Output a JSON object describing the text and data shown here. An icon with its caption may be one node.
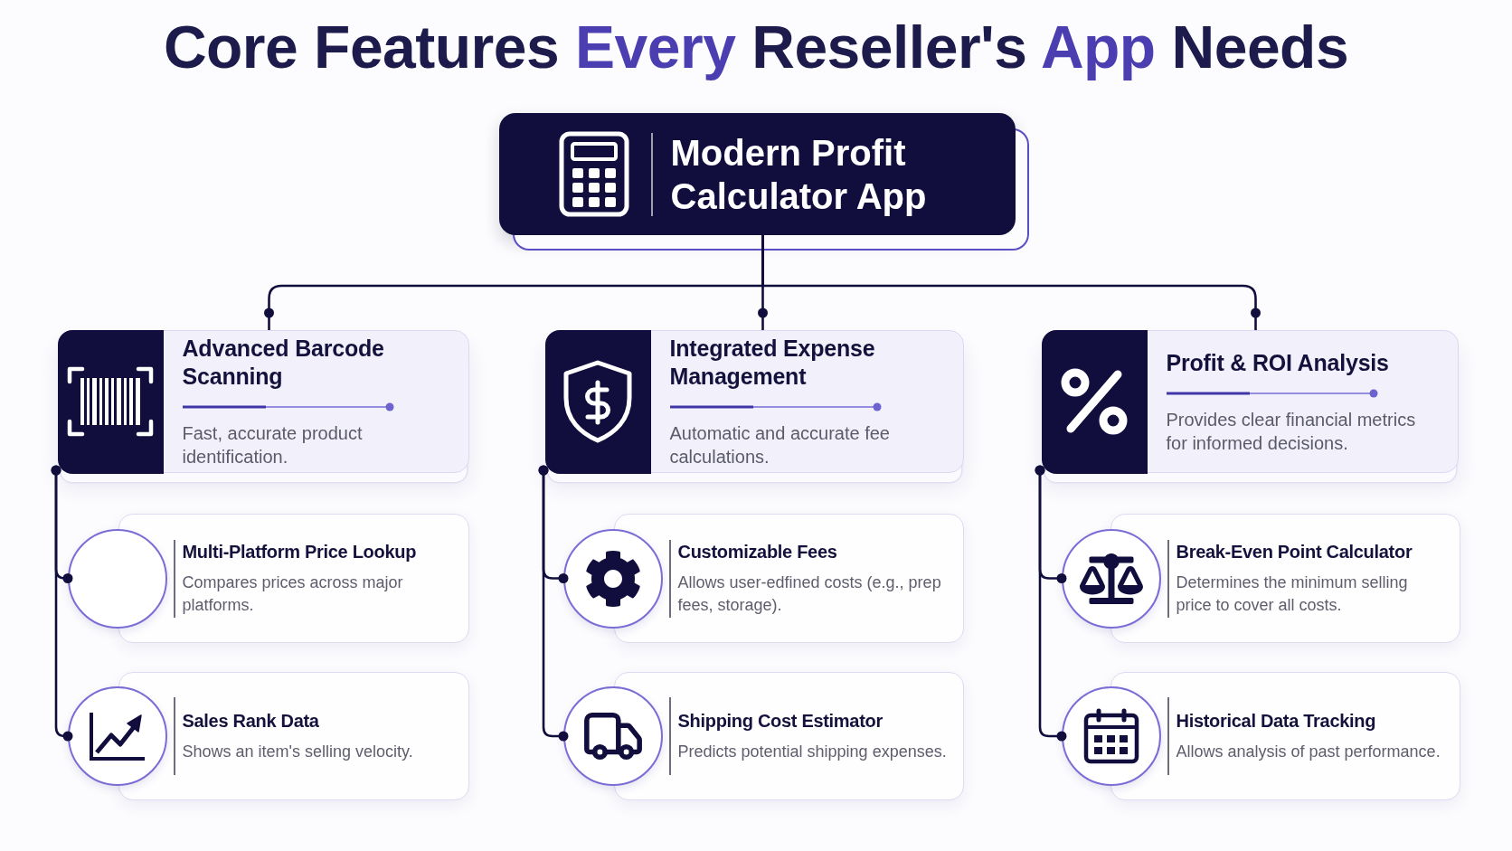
{
  "diagram": {
    "title": "Core Features **Every** Reseller's **App** Needs",
    "nodes": [
      {
        "text": [
          "Modern Profit Calculator App"
        ]
      },
      {
        "text": [
          "Advanced Barcode Scanning",
          "Fast, accurate product identification."
        ]
      },
      {
        "text": [
          "Integrated Expense Management",
          "Automatic and accurate fee calculations."
        ]
      },
      {
        "text": [
          "Profit & ROI Analysis",
          "Provides clear financial metrics for informed decisions."
        ]
      },
      {
        "text": [
          "Multi-Platform Price Lookup",
          "Compares prices across major platforms."
        ]
      },
      {
        "text": [
          "Sales Rank Data",
          "Shows an item's selling velocity."
        ]
      },
      {
        "text": [
          "Customizable Fees",
          "Allows user-edfined costs (e.g., prep fees, storage)."
        ]
      },
      {
        "text": [
          "Shipping Cost Estimator",
          "Predicts potential shipping expenses."
        ]
      },
      {
        "text": [
          "Break-Even Point Calculator",
          "Determines the minimum selling price to cover all costs."
        ]
      },
      {
        "text": [
          "Historical Data Tracking",
          "Allows analysis of past performance."
        ]
      }
    ],
    "edges": [
      {
        "from": 0,
        "to": 1,
        "arrow": "other"
      },
      {
        "from": 0,
        "to": 2,
        "arrow": "other"
      },
      {
        "from": 0,
        "to": 3,
        "arrow": "other"
      },
      {
        "from": 1,
        "to": 4,
        "arrow": "other"
      },
      {
        "from": 1,
        "to": 5,
        "arrow": "other"
      },
      {
        "from": 2,
        "to": 6,
        "arrow": "other"
      },
      {
        "from": 2,
        "to": 7,
        "arrow": "other"
      },
      {
        "from": 3,
        "to": 8,
        "arrow": "other"
      },
      {
        "from": 3,
        "to": 9,
        "arrow": "other"
      }
    ]
  }
}
